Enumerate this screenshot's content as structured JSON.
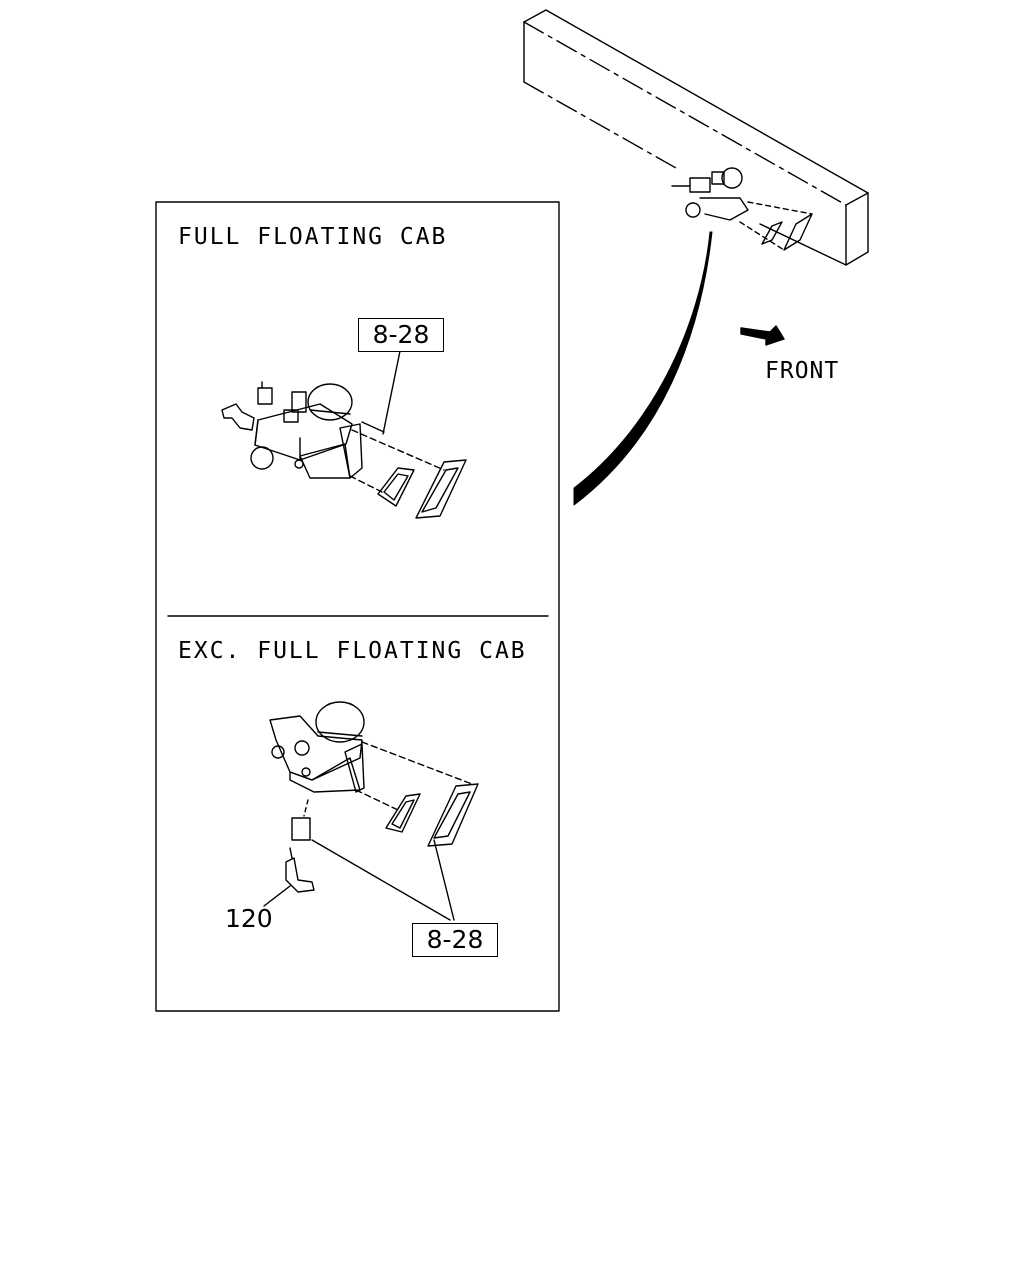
{
  "panels": [
    {
      "heading": "FULL FLOATING CAB",
      "ref_label": "8-28"
    },
    {
      "heading": "EXC. FULL FLOATING CAB",
      "ref_label": "8-28",
      "part_number": "120"
    }
  ],
  "direction_label": "FRONT"
}
